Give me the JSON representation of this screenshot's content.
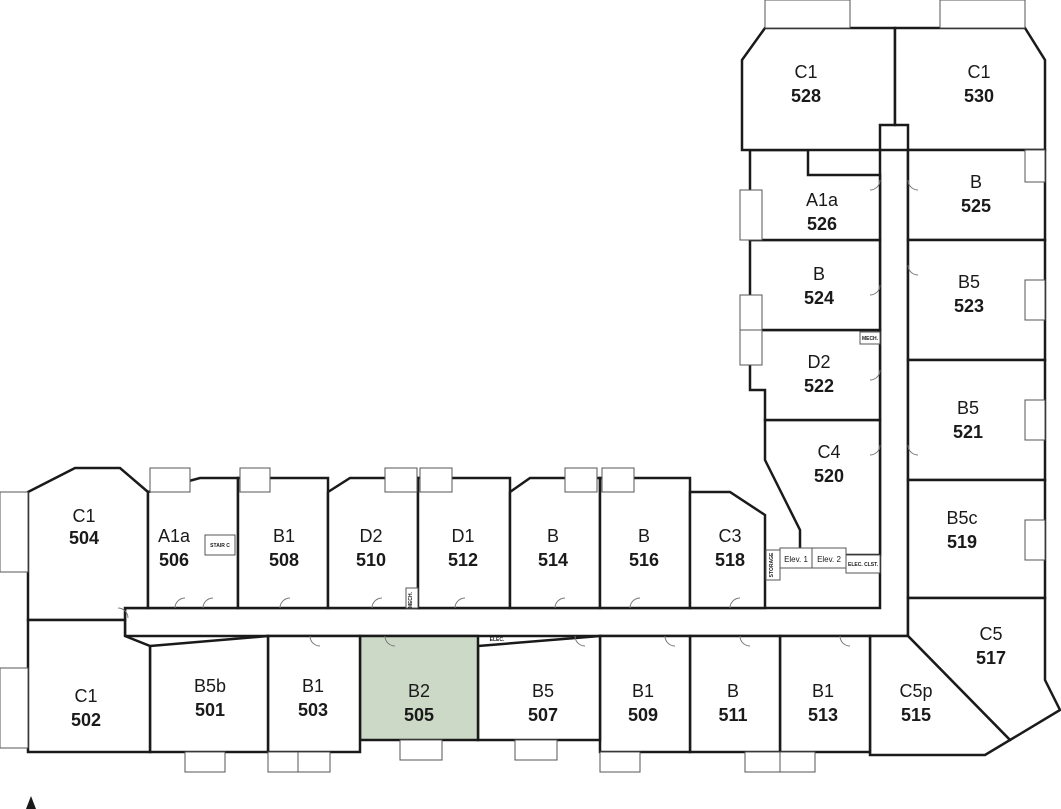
{
  "units": [
    {
      "id": "u504",
      "type": "C1",
      "number": "504"
    },
    {
      "id": "u506",
      "type": "A1a",
      "number": "506"
    },
    {
      "id": "u508",
      "type": "B1",
      "number": "508"
    },
    {
      "id": "u510",
      "type": "D2",
      "number": "510"
    },
    {
      "id": "u512",
      "type": "D1",
      "number": "512"
    },
    {
      "id": "u514",
      "type": "B",
      "number": "514"
    },
    {
      "id": "u516",
      "type": "B",
      "number": "516"
    },
    {
      "id": "u518",
      "type": "C3",
      "number": "518"
    },
    {
      "id": "u520",
      "type": "C4",
      "number": "520"
    },
    {
      "id": "u522",
      "type": "D2",
      "number": "522"
    },
    {
      "id": "u524",
      "type": "B",
      "number": "524"
    },
    {
      "id": "u526",
      "type": "A1a",
      "number": "526"
    },
    {
      "id": "u528",
      "type": "C1",
      "number": "528"
    },
    {
      "id": "u530",
      "type": "C1",
      "number": "530"
    },
    {
      "id": "u525",
      "type": "B",
      "number": "525"
    },
    {
      "id": "u523",
      "type": "B5",
      "number": "523"
    },
    {
      "id": "u521",
      "type": "B5",
      "number": "521"
    },
    {
      "id": "u519",
      "type": "B5c",
      "number": "519"
    },
    {
      "id": "u517",
      "type": "C5",
      "number": "517"
    },
    {
      "id": "u515",
      "type": "C5p",
      "number": "515"
    },
    {
      "id": "u513",
      "type": "B1",
      "number": "513"
    },
    {
      "id": "u511",
      "type": "B",
      "number": "511"
    },
    {
      "id": "u509",
      "type": "B1",
      "number": "509"
    },
    {
      "id": "u507",
      "type": "B5",
      "number": "507"
    },
    {
      "id": "u505",
      "type": "B2",
      "number": "505",
      "highlighted": true
    },
    {
      "id": "u503",
      "type": "B1",
      "number": "503"
    },
    {
      "id": "u501",
      "type": "B5b",
      "number": "501"
    },
    {
      "id": "u502",
      "type": "C1",
      "number": "502"
    }
  ],
  "labels": {
    "stair": "STAIR C",
    "mech1": "MECH.",
    "mech2": "MECH.",
    "elec": "ELEC.",
    "elev1": "Elev. 1",
    "elev2": "Elev. 2",
    "elec_clst": "ELEC. CLST.",
    "storage": "STORAGE"
  },
  "colors": {
    "highlight": "#cdd9c7",
    "wall": "#1a1a1a"
  }
}
